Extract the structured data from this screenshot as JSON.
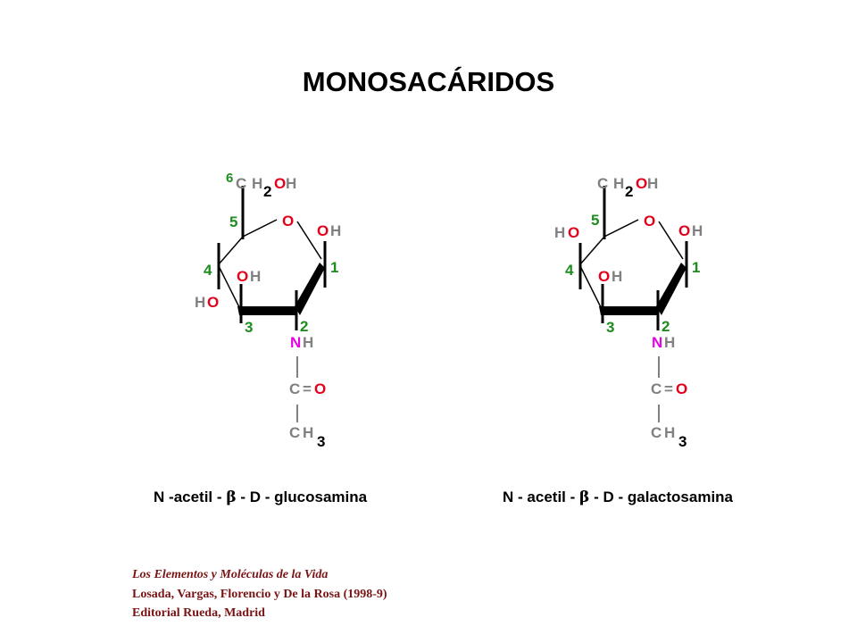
{
  "title": "MONOSACÁRIDOS",
  "colors": {
    "carbon": "#808080",
    "oxygen": "#e2001a",
    "nitrogen": "#e600e6",
    "hydrogen": "#808080",
    "numbers": "#1f8c1f",
    "subscript": "#000000"
  },
  "molecules": [
    {
      "name": "N - acetil - β - D - glucosamina",
      "caption_parts": [
        "N",
        "-",
        "acetil",
        "-",
        "β",
        "-",
        "D",
        "-",
        "glucosamina"
      ],
      "atoms": {
        "c6_C": "C",
        "c6_H": "H",
        "c6_sub": "2",
        "c6_O": "O",
        "c6_OH_H": "H",
        "ring_O": "O",
        "c1_O": "O",
        "c1_H": "H",
        "c3_O": "O",
        "c3_H": "H",
        "c4_H": "H",
        "c4_O": "O",
        "n_N": "N",
        "n_H": "H",
        "co_C": "C",
        "co_eq": "=",
        "co_O": "O",
        "ch3_C": "C",
        "ch3_H": "H",
        "ch3_sub": "3"
      },
      "numbers": [
        "6",
        "5",
        "4",
        "3",
        "2",
        "1"
      ]
    },
    {
      "name": "N - acetil - β - D - galactosamina",
      "caption_parts": [
        "N",
        "-",
        "acetil",
        "-",
        "β",
        "-",
        "D",
        "-",
        "galactosamina"
      ],
      "atoms": {
        "c6_C": "C",
        "c6_H": "H",
        "c6_sub": "2",
        "c6_O": "O",
        "c6_OH_H": "H",
        "ring_O": "O",
        "c1_O": "O",
        "c1_H": "H",
        "c3_O": "O",
        "c3_H": "H",
        "c4_H": "H",
        "c4_O": "O",
        "n_N": "N",
        "n_H": "H",
        "co_C": "C",
        "co_eq": "=",
        "co_O": "O",
        "ch3_C": "C",
        "ch3_H": "H",
        "ch3_sub": "3"
      },
      "numbers": [
        "5",
        "4",
        "3",
        "2",
        "1"
      ]
    }
  ],
  "reference": {
    "line1": "Los Elementos y Moléculas de la Vida",
    "line2": "Losada, Vargas, Florencio y De la Rosa (1998-9)",
    "line3": "Editorial Rueda, Madrid"
  }
}
